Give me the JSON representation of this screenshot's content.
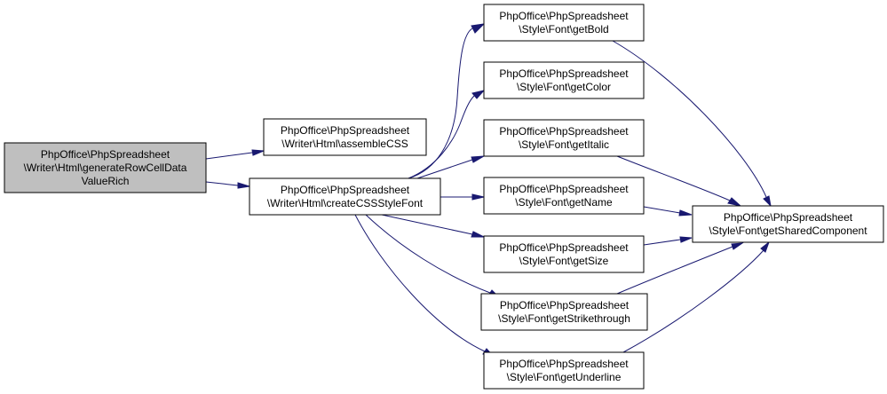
{
  "colors": {
    "edge": "#191970",
    "node_fill": "#ffffff",
    "root_fill": "#bfbfbf",
    "node_border": "#000000"
  },
  "nodes": [
    {
      "id": "generateRowCellDataValueRich",
      "lines": [
        "PhpOffice\\PhpSpreadsheet",
        "\\Writer\\Html\\generateRowCellData",
        "ValueRich"
      ],
      "root": true
    },
    {
      "id": "assembleCSS",
      "lines": [
        "PhpOffice\\PhpSpreadsheet",
        "\\Writer\\Html\\assembleCSS"
      ]
    },
    {
      "id": "createCSSStyleFont",
      "lines": [
        "PhpOffice\\PhpSpreadsheet",
        "\\Writer\\Html\\createCSSStyleFont"
      ]
    },
    {
      "id": "getBold",
      "lines": [
        "PhpOffice\\PhpSpreadsheet",
        "\\Style\\Font\\getBold"
      ]
    },
    {
      "id": "getColor",
      "lines": [
        "PhpOffice\\PhpSpreadsheet",
        "\\Style\\Font\\getColor"
      ]
    },
    {
      "id": "getItalic",
      "lines": [
        "PhpOffice\\PhpSpreadsheet",
        "\\Style\\Font\\getItalic"
      ]
    },
    {
      "id": "getName",
      "lines": [
        "PhpOffice\\PhpSpreadsheet",
        "\\Style\\Font\\getName"
      ]
    },
    {
      "id": "getSize",
      "lines": [
        "PhpOffice\\PhpSpreadsheet",
        "\\Style\\Font\\getSize"
      ]
    },
    {
      "id": "getStrikethrough",
      "lines": [
        "PhpOffice\\PhpSpreadsheet",
        "\\Style\\Font\\getStrikethrough"
      ]
    },
    {
      "id": "getUnderline",
      "lines": [
        "PhpOffice\\PhpSpreadsheet",
        "\\Style\\Font\\getUnderline"
      ]
    },
    {
      "id": "getSharedComponent",
      "lines": [
        "PhpOffice\\PhpSpreadsheet",
        "\\Style\\Font\\getSharedComponent"
      ]
    }
  ],
  "edges": [
    {
      "from": "generateRowCellDataValueRich",
      "to": "assembleCSS"
    },
    {
      "from": "generateRowCellDataValueRich",
      "to": "createCSSStyleFont"
    },
    {
      "from": "createCSSStyleFont",
      "to": "getBold"
    },
    {
      "from": "createCSSStyleFont",
      "to": "getColor"
    },
    {
      "from": "createCSSStyleFont",
      "to": "getItalic"
    },
    {
      "from": "createCSSStyleFont",
      "to": "getName"
    },
    {
      "from": "createCSSStyleFont",
      "to": "getSize"
    },
    {
      "from": "createCSSStyleFont",
      "to": "getStrikethrough"
    },
    {
      "from": "createCSSStyleFont",
      "to": "getUnderline"
    },
    {
      "from": "getBold",
      "to": "getSharedComponent"
    },
    {
      "from": "getItalic",
      "to": "getSharedComponent"
    },
    {
      "from": "getName",
      "to": "getSharedComponent"
    },
    {
      "from": "getSize",
      "to": "getSharedComponent"
    },
    {
      "from": "getStrikethrough",
      "to": "getSharedComponent"
    },
    {
      "from": "getUnderline",
      "to": "getSharedComponent"
    }
  ]
}
